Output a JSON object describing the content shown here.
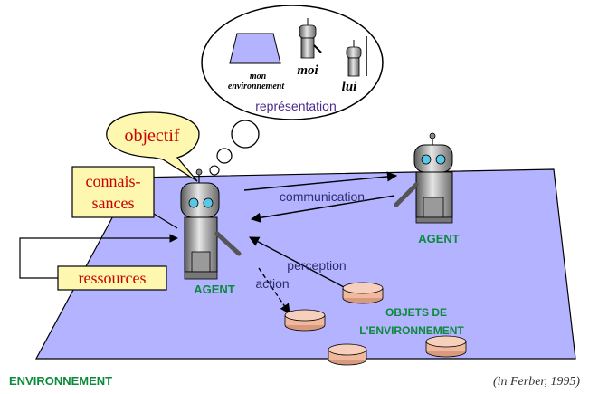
{
  "thought": {
    "env_label_line1": "mon",
    "env_label_line2": "environnement",
    "self_label": "moi",
    "other_label": "lui",
    "caption": "représentation"
  },
  "bubbles": {
    "objective": "objectif",
    "knowledge_line1": "connais-",
    "knowledge_line2": "sances",
    "resources": "ressources"
  },
  "agents": {
    "main_label": "AGENT",
    "other_label": "AGENT"
  },
  "arrows": {
    "communication": "communication",
    "perception": "perception",
    "action": "action"
  },
  "objects": {
    "label_line1": "OBJETS DE",
    "label_line2": "L'ENVIRONNEMENT"
  },
  "footer": {
    "environment": "ENVIRONNEMENT",
    "citation": "(in Ferber, 1995)"
  },
  "colors": {
    "floor": "#b3b3ff",
    "objective_bubble": "#fdf7b0",
    "label_red": "#cc0000",
    "caption_purple": "#4b2a8c",
    "agent_green": "#0a8a3a",
    "disc": "#f0b89c"
  }
}
